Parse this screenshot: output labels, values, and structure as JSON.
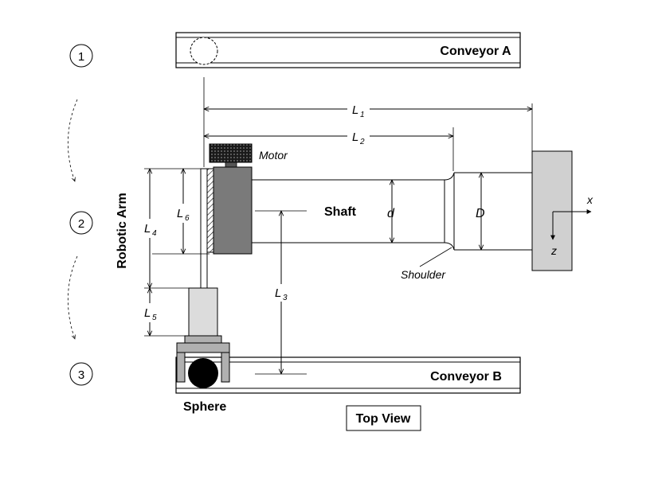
{
  "stations": [
    "1",
    "2",
    "3"
  ],
  "labels": {
    "conveyor_a": "Conveyor A",
    "conveyor_b": "Conveyor B",
    "motor": "Motor",
    "shaft": "Shaft",
    "shoulder": "Shoulder",
    "sphere": "Sphere",
    "robotic_arm": "Robotic Arm",
    "top_view": "Top View",
    "x_axis": "x",
    "z_axis": "z",
    "diameter_small": "d",
    "diameter_large": "D"
  },
  "dimensions": {
    "L1": {
      "letter": "L",
      "sub": "1"
    },
    "L2": {
      "letter": "L",
      "sub": "2"
    },
    "L3": {
      "letter": "L",
      "sub": "3"
    },
    "L4": {
      "letter": "L",
      "sub": "4"
    },
    "L5": {
      "letter": "L",
      "sub": "5"
    },
    "L6": {
      "letter": "L",
      "sub": "6"
    }
  },
  "colors": {
    "line": "#000000",
    "wall_fill": "#d0d0d0",
    "motor_block": "#7a7a7a",
    "gripper_body": "#dcdcdc",
    "gripper_plate": "#b0b0b0",
    "sphere": "#000000"
  }
}
